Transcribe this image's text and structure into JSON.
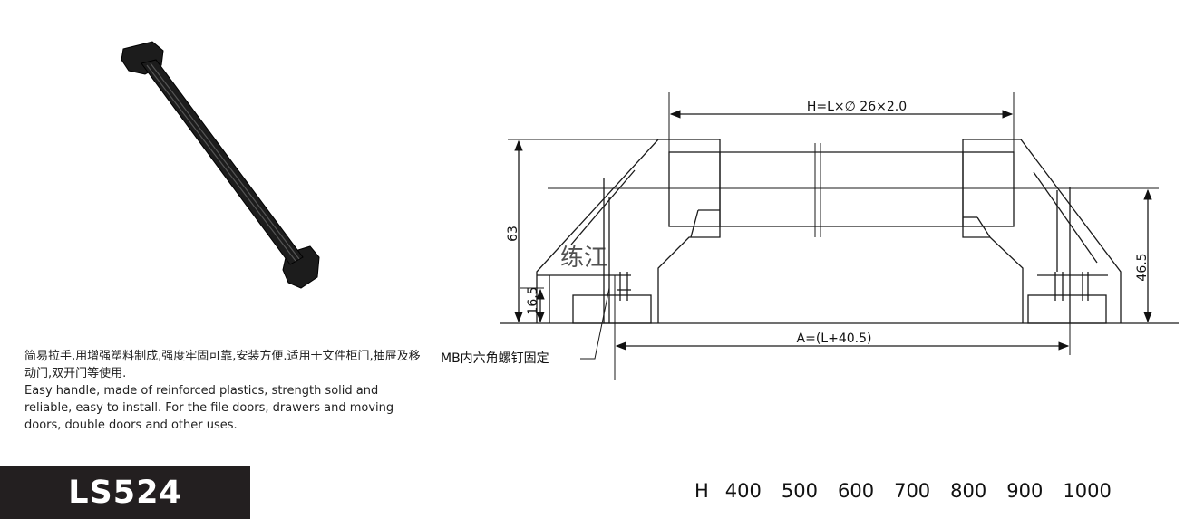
{
  "description": {
    "chinese": "简易拉手,用增强塑料制成,强度牢固可靠,安装方便.适用于文件柜门,抽屉及移动门,双开门等使用.",
    "english": "Easy handle, made of reinforced plastics, strength solid and reliable, easy to install. For the file doors, drawers and moving doors, double doors and other uses."
  },
  "model": {
    "code": "LS524"
  },
  "sizes": {
    "label": "H",
    "values": [
      "400",
      "500",
      "600",
      "700",
      "800",
      "900",
      "1000"
    ]
  },
  "drawing": {
    "dim_top": "H=L×∅ 26×2.0",
    "dim_height": "63",
    "dim_base": "16.5",
    "dim_right": "46.5",
    "dim_bottom": "A=(L+40.5)",
    "screw_note": "MB内六角螺钉固定"
  },
  "watermark": "练江",
  "colors": {
    "model_block_bg": "#231f20",
    "model_text": "#ffffff",
    "line": "#1a1a1a"
  }
}
